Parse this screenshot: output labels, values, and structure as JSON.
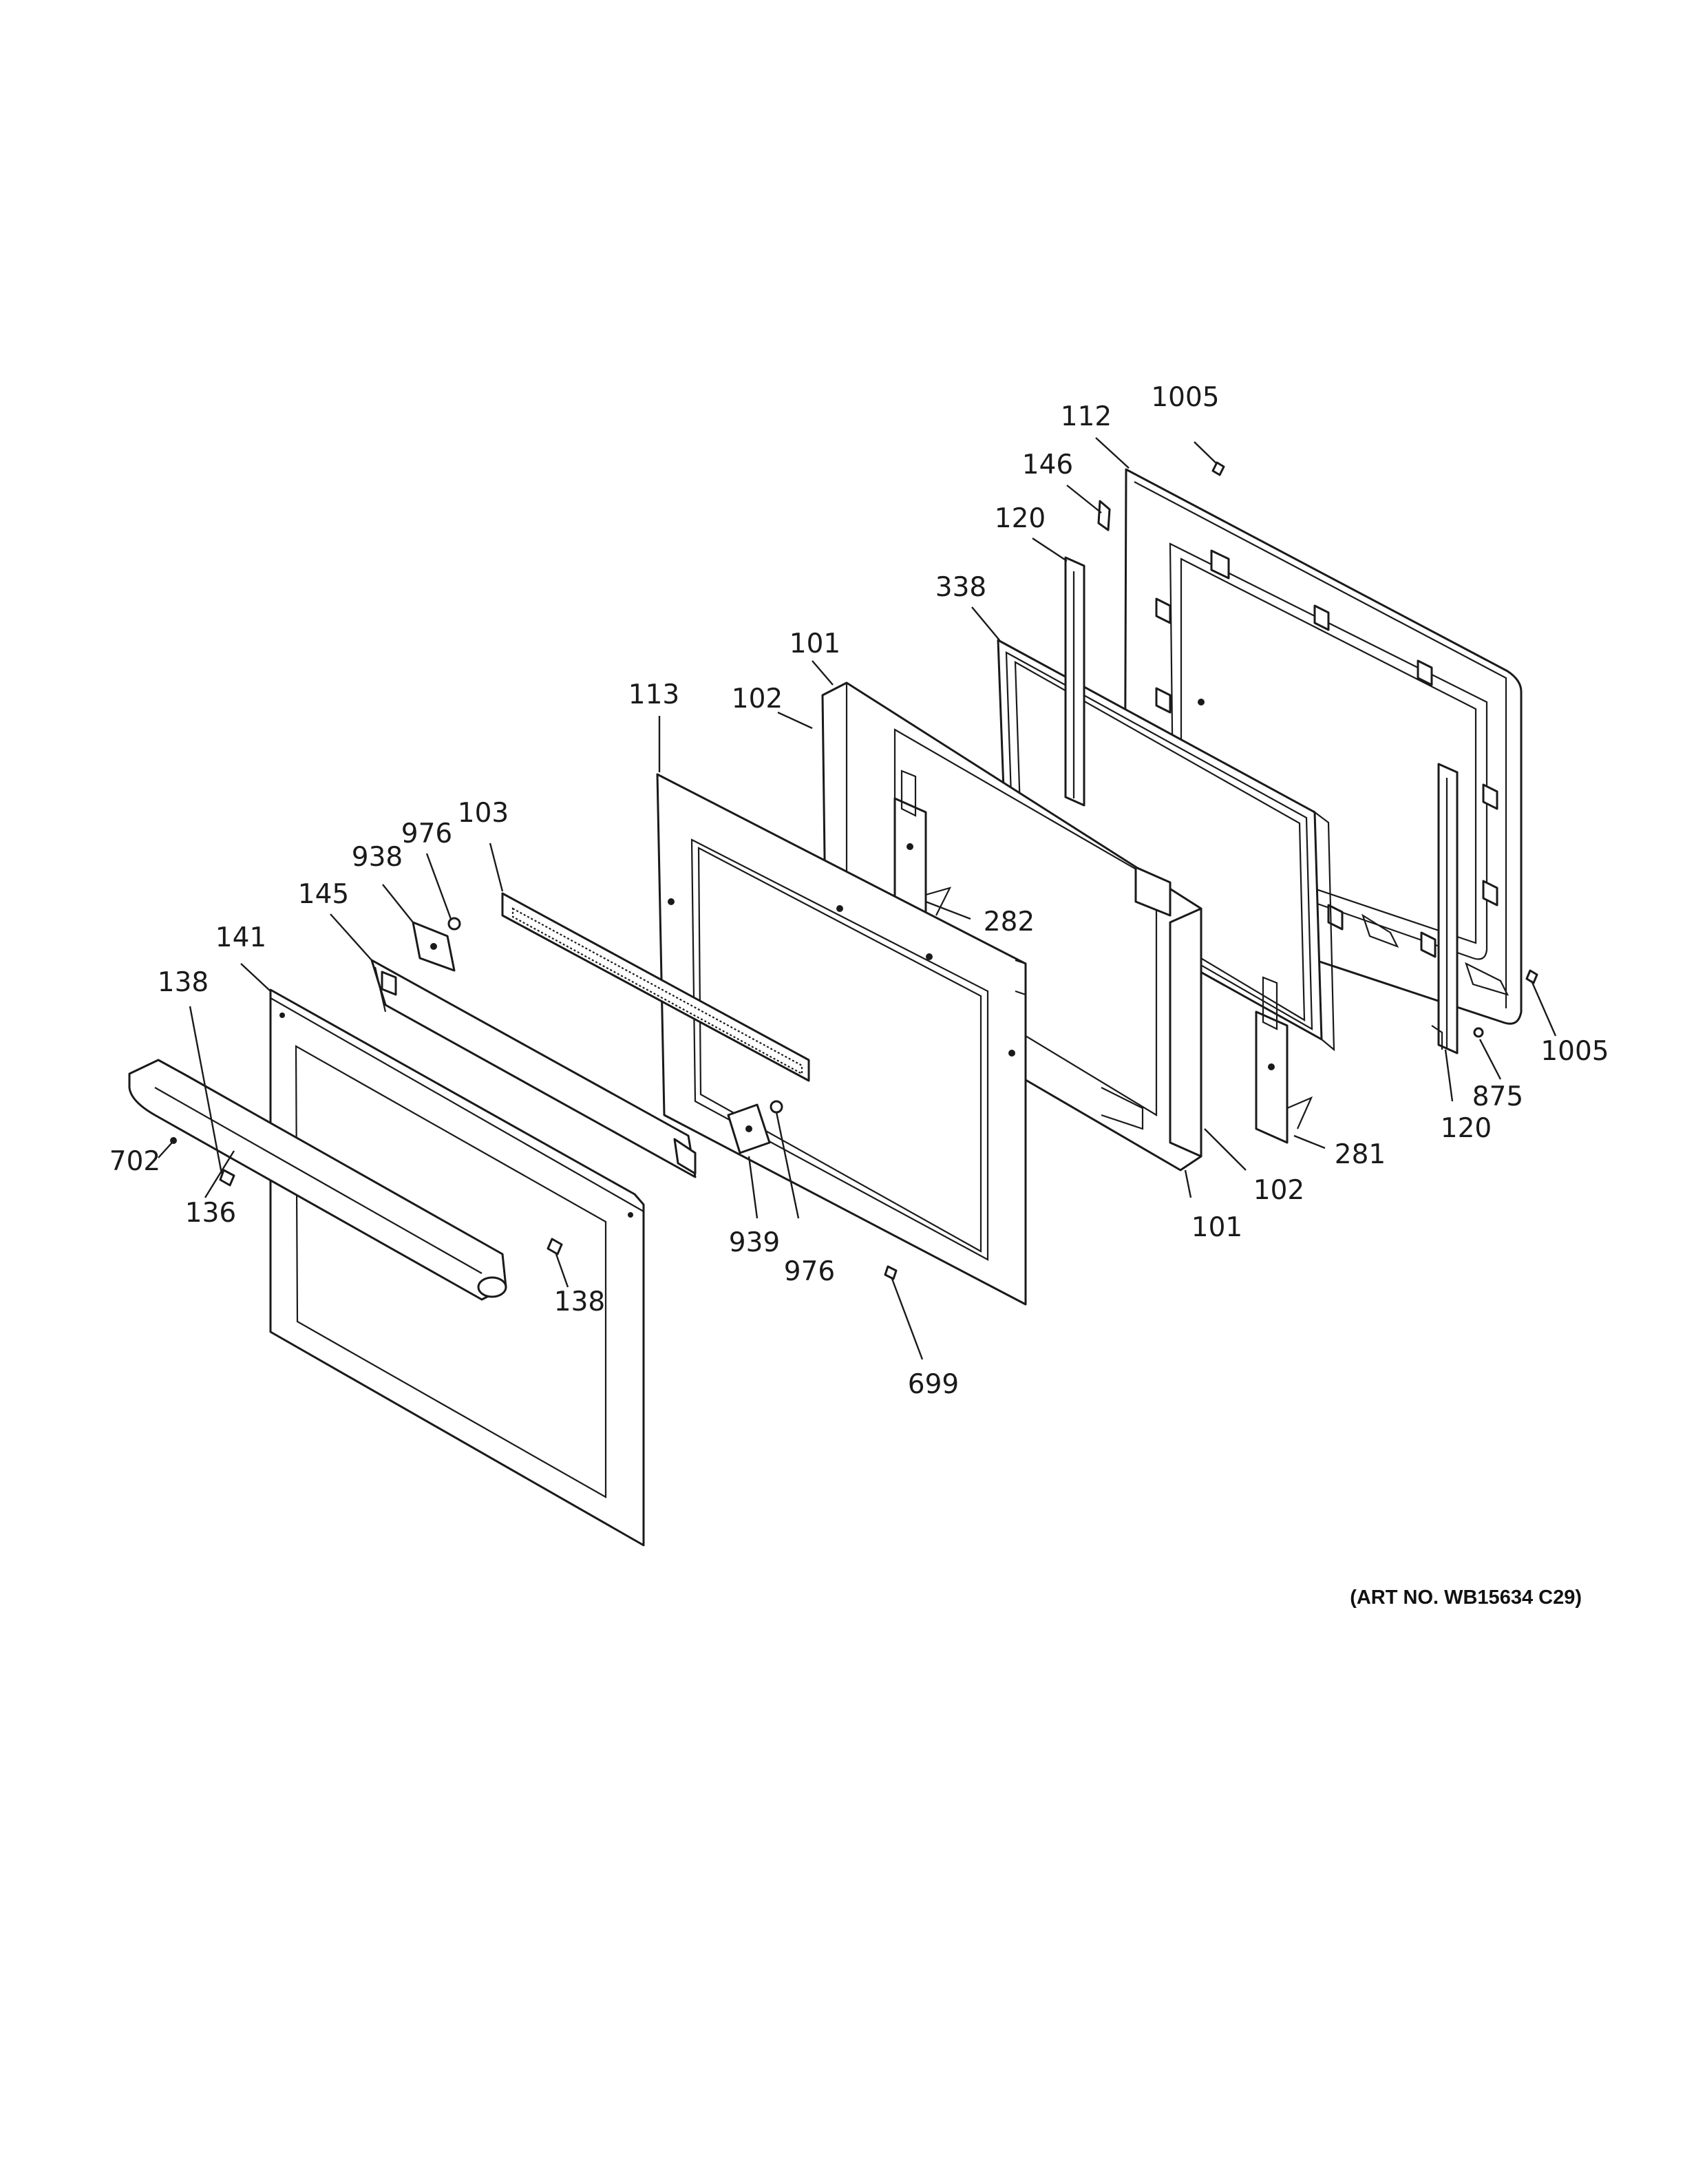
{
  "diagram": {
    "art_number": "(ART NO. WB15634 C29)",
    "callouts": [
      "1005",
      "112",
      "146",
      "120",
      "338",
      "101",
      "102",
      "113",
      "976",
      "103",
      "938",
      "145",
      "141",
      "138",
      "702",
      "136",
      "282",
      "281",
      "102",
      "101",
      "1005",
      "875",
      "120",
      "939",
      "976",
      "138",
      "699"
    ]
  }
}
